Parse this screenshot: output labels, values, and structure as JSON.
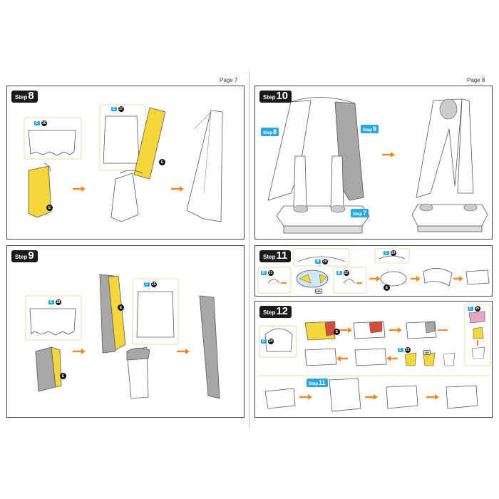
{
  "pages": {
    "left": "Page 7",
    "right": "Page 8"
  },
  "step8": {
    "word": "Step",
    "number": "8",
    "pieces": [
      {
        "letter": "C",
        "num": "16"
      },
      {
        "letter": "C",
        "num": "17"
      }
    ],
    "callouts": [
      "E",
      "E"
    ]
  },
  "step9": {
    "word": "Step",
    "number": "9",
    "pieces": [
      {
        "letter": "C",
        "num": "18"
      },
      {
        "letter": "C",
        "num": "19"
      }
    ],
    "callouts": [
      "E",
      "E"
    ]
  },
  "step10": {
    "word": "Step",
    "number": "10",
    "refs": [
      {
        "word": "Step",
        "number": "8"
      },
      {
        "word": "Step",
        "number": "9"
      },
      {
        "word": "Step",
        "number": "7"
      }
    ]
  },
  "step11": {
    "word": "Step",
    "number": "11",
    "pieces": [
      {
        "letter": "A",
        "num": "20"
      },
      {
        "letter": "C",
        "num": "23"
      },
      {
        "letter": "B",
        "num": "21"
      },
      {
        "letter": "B",
        "num": "22"
      }
    ],
    "ng": "NG",
    "callouts": [
      "E"
    ]
  },
  "step12": {
    "word": "Step",
    "number": "12",
    "pieces": [
      {
        "letter": "C",
        "num": "24"
      },
      {
        "letter": "C",
        "num": "25"
      },
      {
        "letter": "C",
        "num": "26"
      }
    ],
    "ng": "NG",
    "callouts": [
      "E"
    ],
    "ref": {
      "word": "Step",
      "number": "11"
    }
  },
  "colors": {
    "yellow": "#f5d63b",
    "gray": "#a7a7a9",
    "blue": "#2aa7df",
    "orange": "#f08a24",
    "red": "#d84a3a",
    "pink": "#e3a7c6"
  }
}
